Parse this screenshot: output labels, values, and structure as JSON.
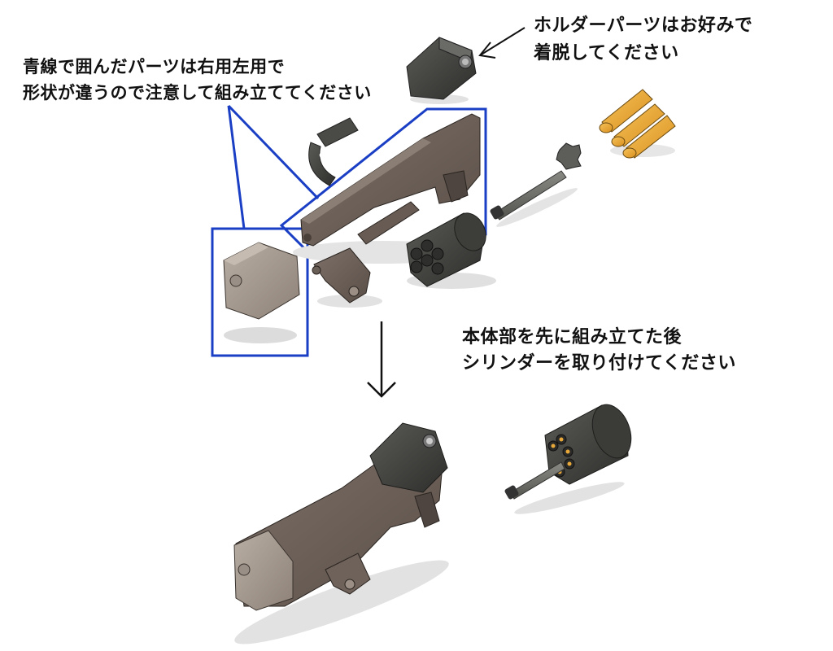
{
  "annotations": {
    "blue_outline_note": {
      "lines": [
        "青線で囲んだパーツは右用左用で",
        "形状が違うので注意して組み立ててください"
      ]
    },
    "holder_note": {
      "lines": [
        "ホルダーパーツはお好みで",
        "着脱してください"
      ]
    },
    "assembly_note": {
      "lines": [
        "本体部を先に組み立てた後",
        "シリンダーを取り付けてください"
      ]
    }
  },
  "parts": {
    "exploded": [
      "holder-part",
      "barrel-clip",
      "main-body",
      "front-block",
      "hinge-part",
      "cylinder",
      "cylinder-axle",
      "cartridges"
    ],
    "assembled": [
      "assembled-gun",
      "cylinder-with-axle"
    ]
  },
  "colors": {
    "outline_blue": "#1a3fc4",
    "body_brown": "#6e625a",
    "body_light": "#a99e94",
    "dark_part": "#3a3a38",
    "brass": "#e8a93a",
    "shadow": "#d4d4d4",
    "text": "#111111"
  },
  "icons": {
    "arrow_to_holder": "arrow-down-left",
    "assembly_arrow": "arrow-down"
  }
}
